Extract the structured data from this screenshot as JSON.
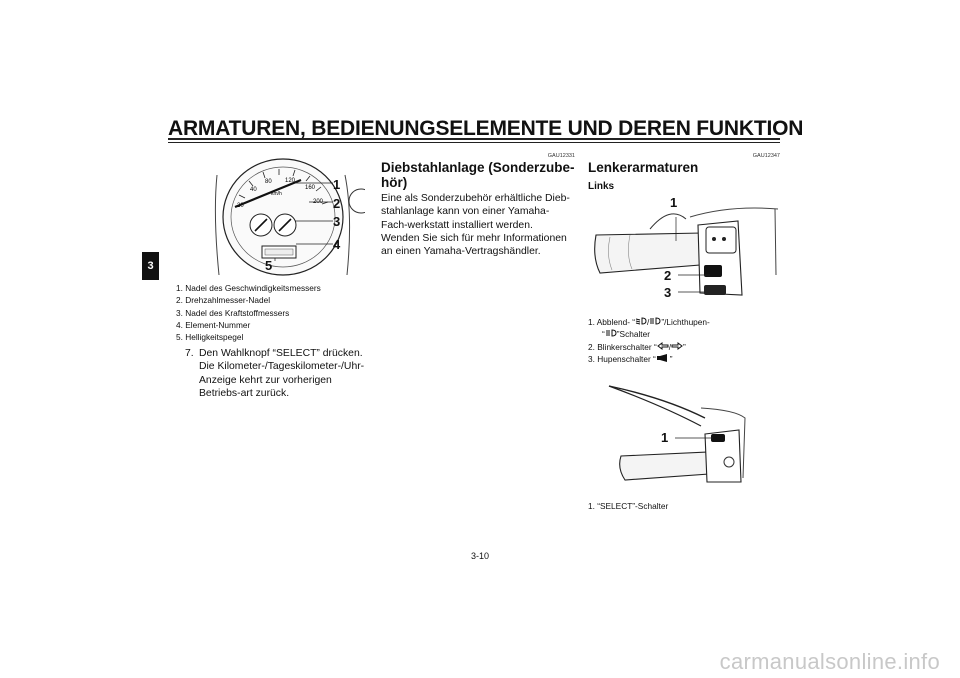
{
  "header": {
    "title": "ARMATUREN, BEDIENUNGSELEMENTE UND DEREN FUNKTION",
    "chapter_tab": "3"
  },
  "left": {
    "figure_callouts": [
      "1",
      "2",
      "3",
      "4",
      "5"
    ],
    "captions": [
      "1. Nadel des Geschwindigkeitsmessers",
      "2. Drehzahlmesser-Nadel",
      "3. Nadel des Kraftstoffmessers",
      "4. Element-Nummer",
      "5. Helligkeitspegel"
    ],
    "step_number": "7.",
    "step_text": "Den Wahlknopf “SELECT” drücken. Die Kilometer-/Tageskilometer-/Uhr-Anzeige kehrt zur vorherigen Betriebs-art zurück."
  },
  "middle": {
    "code": "GAU12331",
    "heading": "Diebstahlanlage (Sonderzube-hör)",
    "text": "Eine als Sonderzubehör erhältliche Dieb-stahlanlage kann von einer Yamaha-Fach-werkstatt installiert werden. Wenden Sie sich für mehr Informationen an einen Yamaha-Vertragshändler."
  },
  "right": {
    "code": "GAU12347",
    "heading": "Lenkerarmaturen",
    "subheading": "Links",
    "fig1_callouts": [
      "1",
      "2",
      "3"
    ],
    "fig1_captions": [
      "1. Abblend- “",
      "”/Lichthupen-",
      "“",
      "”Schalter",
      "2. Blinkerschalter “",
      "/",
      "”",
      "3. Hupenschalter “",
      "”"
    ],
    "fig2_callouts": [
      "1"
    ],
    "fig2_caption": "1. “SELECT”-Schalter"
  },
  "footer": {
    "page_number": "3-10",
    "watermark": "carmanualsonline.info"
  }
}
